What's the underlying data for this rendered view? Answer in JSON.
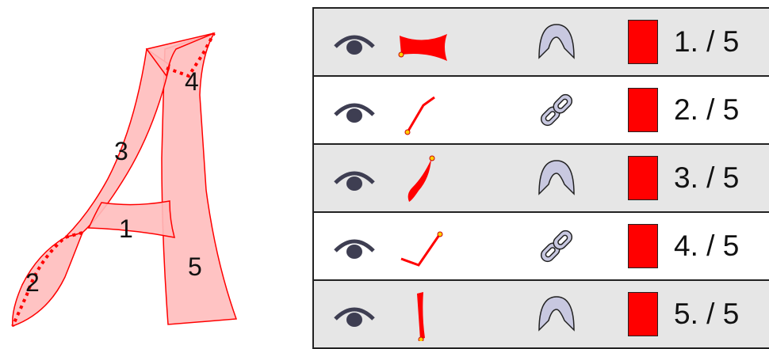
{
  "figure": {
    "stroke_numbers": [
      "1",
      "2",
      "3",
      "4",
      "5"
    ]
  },
  "rows": [
    {
      "order": "1. / 5",
      "mode": "arch",
      "visibility_icon": "eye-icon",
      "color": "#ff0000"
    },
    {
      "order": "2. / 5",
      "mode": "link",
      "visibility_icon": "eye-icon",
      "color": "#ff0000"
    },
    {
      "order": "3. / 5",
      "mode": "arch",
      "visibility_icon": "eye-icon",
      "color": "#ff0000"
    },
    {
      "order": "4. / 5",
      "mode": "link",
      "visibility_icon": "eye-icon",
      "color": "#ff0000"
    },
    {
      "order": "5. / 5",
      "mode": "arch",
      "visibility_icon": "eye-icon",
      "color": "#ff0000"
    }
  ],
  "colors": {
    "stroke": "#ff0000",
    "fill": "#ffbcbc",
    "icon": "#c8c8e0",
    "eye": "#3e3e52"
  }
}
